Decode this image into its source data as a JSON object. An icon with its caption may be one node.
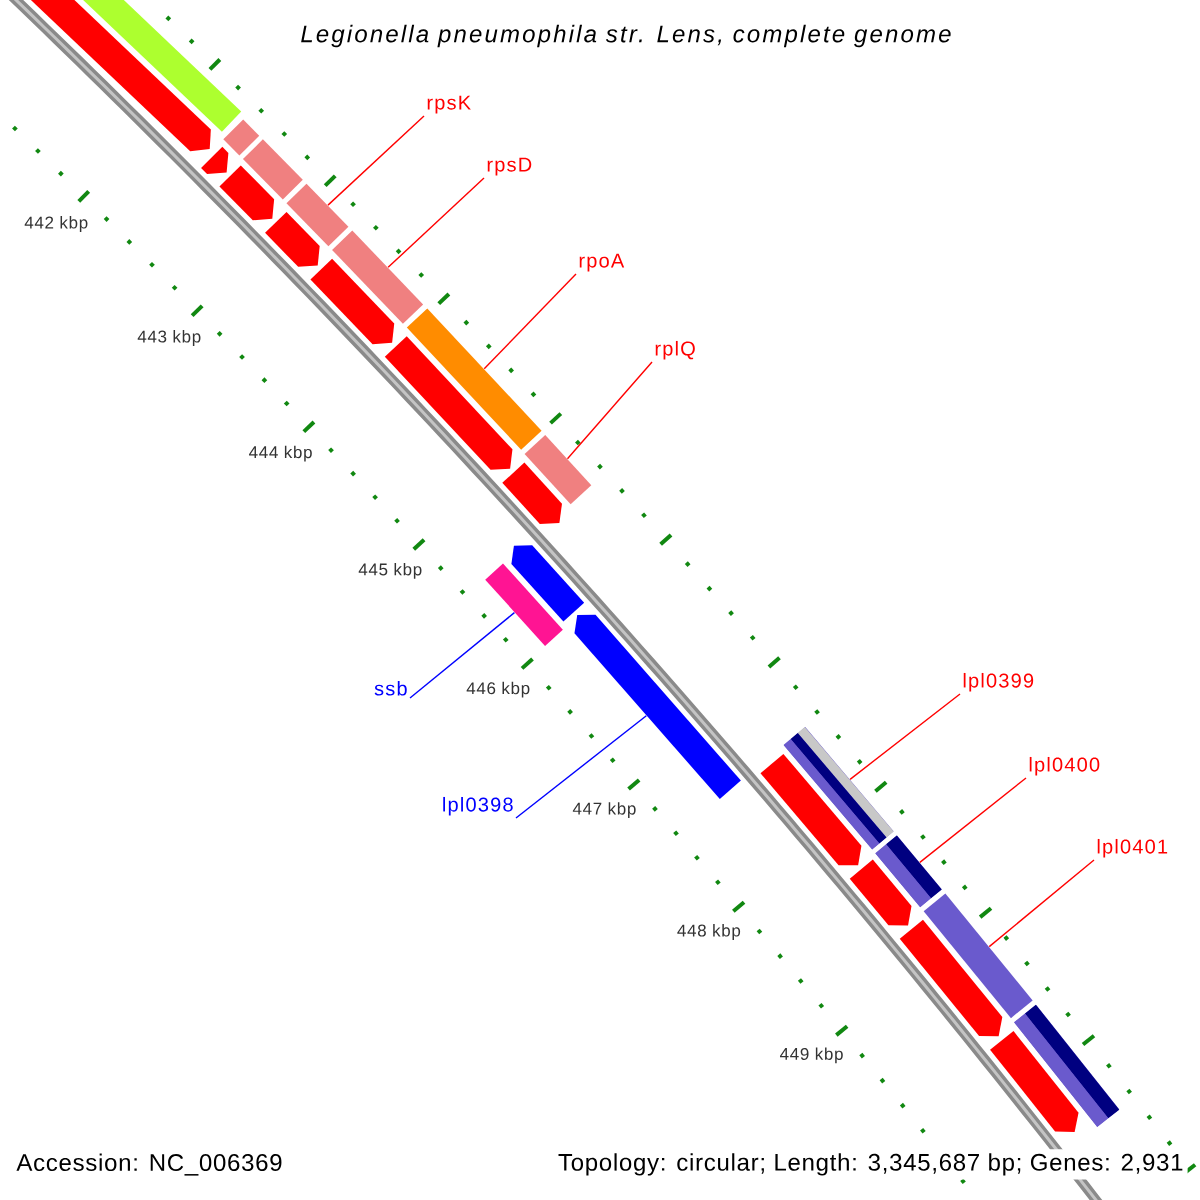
{
  "diagram": {
    "title": "Legionella pneumophila str. Lens, complete genome",
    "nodes": [
      {
        "text": [
          "rpsK"
        ]
      },
      {
        "text": [
          "rpsD"
        ]
      },
      {
        "text": [
          "rpoA"
        ]
      },
      {
        "text": [
          "rplQ"
        ]
      },
      {
        "text": [
          "ssb"
        ]
      },
      {
        "text": [
          "lpl0398"
        ]
      },
      {
        "text": [
          "lpl0399"
        ]
      },
      {
        "text": [
          "lpl0400"
        ]
      },
      {
        "text": [
          "lpl0401"
        ]
      },
      {
        "text": [],
        "shape": "bar"
      },
      {
        "text": [],
        "shape": "bar"
      },
      {
        "text": [],
        "shape": "bar"
      },
      {
        "text": [],
        "shape": "bar"
      },
      {
        "text": [],
        "shape": "bar"
      },
      {
        "text": [],
        "shape": "arrow"
      },
      {
        "text": [],
        "shape": "bar"
      },
      {
        "text": [],
        "shape": "bar"
      },
      {
        "text": [],
        "shape": "bar"
      },
      {
        "text": [],
        "shape": "arrow"
      },
      {
        "text": [],
        "shape": "bar"
      },
      {
        "text": [],
        "shape": "arrow"
      },
      {
        "text": [],
        "shape": "bar"
      },
      {
        "text": [],
        "shape": "arrow"
      },
      {
        "text": [],
        "shape": "bar"
      },
      {
        "text": [],
        "shape": "arrow"
      },
      {
        "text": [],
        "shape": "arrow"
      },
      {
        "text": [],
        "shape": "arrow"
      },
      {
        "text": [],
        "shape": "arrow"
      },
      {
        "text": [],
        "shape": "arrow"
      },
      {
        "text": [],
        "shape": "arrow"
      },
      {
        "text": [],
        "shape": "arrow"
      },
      {
        "text": [],
        "shape": "arrow"
      },
      {
        "text": [],
        "shape": "arrow"
      },
      {
        "text": [],
        "shape": "bar"
      }
    ],
    "edges": [
      {
        "from": 0,
        "to": 9,
        "arrow": "none"
      },
      {
        "from": 1,
        "to": 10,
        "arrow": "none"
      },
      {
        "from": 2,
        "to": 11,
        "arrow": "none"
      },
      {
        "from": 3,
        "to": 12,
        "arrow": "none"
      },
      {
        "from": 4,
        "to": 13,
        "arrow": "none",
        "color": "#0000ff"
      },
      {
        "from": 5,
        "to": 14,
        "arrow": "none",
        "color": "#0000ff"
      },
      {
        "from": 6,
        "to": 15,
        "arrow": "none"
      },
      {
        "from": 7,
        "to": 16,
        "arrow": "none"
      },
      {
        "from": 8,
        "to": 17,
        "arrow": "none"
      }
    ],
    "labels": [
      "442 kbp",
      "443 kbp",
      "444 kbp",
      "445 kbp",
      "446 kbp",
      "447 kbp",
      "448 kbp",
      "449 kbp",
      "Accession: NC_006369",
      "Topology: circular; Length: 3,345,687 bp; Genes: 2,931"
    ]
  }
}
